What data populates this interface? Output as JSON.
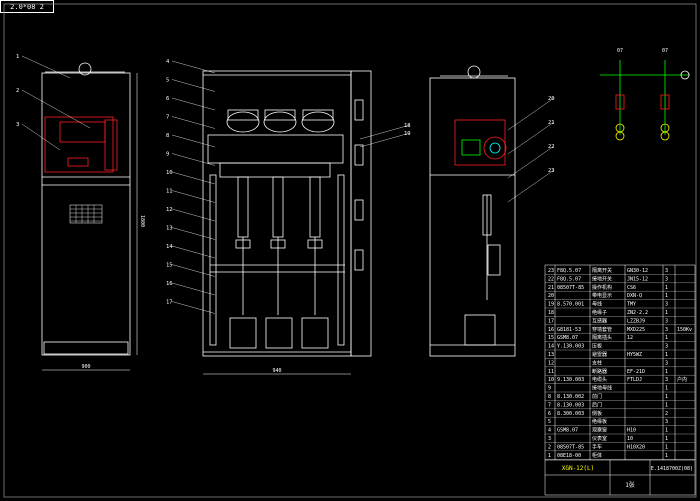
{
  "drawing": {
    "tag": "2.0*08 2",
    "title_block": {
      "name": "XGN-12(L)",
      "code": "E.1418700Z(08)",
      "sheet": "1张"
    }
  },
  "callouts_left": [
    "1",
    "2",
    "3"
  ],
  "callouts_front": [
    "4",
    "5",
    "6",
    "7",
    "8",
    "9",
    "10",
    "11",
    "12",
    "13",
    "14",
    "15",
    "16",
    "17",
    "18",
    "19"
  ],
  "callouts_side": [
    "20",
    "21",
    "22",
    "23"
  ],
  "dimensions": {
    "front_width": "940",
    "left_width": "900",
    "left_height": "1800"
  },
  "scheme_labels": [
    "07",
    "07"
  ],
  "bom": {
    "rows": [
      [
        "23",
        "F8Q.5.07",
        "隔离开关",
        "GN30-12",
        "3",
        ""
      ],
      [
        "22",
        "F8Q.5.07",
        "接地开关",
        "JN15-12",
        "3",
        ""
      ],
      [
        "21",
        "08507T-85",
        "操作机构",
        "CS6",
        "1",
        ""
      ],
      [
        "20",
        "",
        "带电显示",
        "DXN-Q",
        "1",
        ""
      ],
      [
        "19",
        "8.570.001",
        "母线",
        "TMY",
        "3",
        ""
      ],
      [
        "18",
        "",
        "绝缘子",
        "ZN2-2.2",
        "1",
        ""
      ],
      [
        "17",
        "",
        "互感器",
        "LZZBJ9",
        "3",
        ""
      ],
      [
        "16",
        "G8181-53",
        "穿墙套管",
        "MXD225",
        "3",
        "150Kv"
      ],
      [
        "15",
        "GSM8.07",
        "隔离插头",
        "12",
        "1",
        ""
      ],
      [
        "14",
        "Y.130.003",
        "压板",
        "",
        "3",
        ""
      ],
      [
        "13",
        "",
        "避雷器",
        "HY5WZ",
        "1",
        ""
      ],
      [
        "12",
        "",
        "支柱",
        "",
        "3",
        ""
      ],
      [
        "11",
        "",
        "断路器",
        "EF-21D",
        "1",
        ""
      ],
      [
        "10",
        "9.130.003",
        "电缆头",
        "FTLDJ",
        "3",
        "户内"
      ],
      [
        "9",
        "",
        "接地母线",
        "",
        "1",
        ""
      ],
      [
        "8",
        "8.130.002",
        "前门",
        "",
        "1",
        ""
      ],
      [
        "7",
        "8.130.003",
        "后门",
        "",
        "1",
        ""
      ],
      [
        "6",
        "8.300.003",
        "侧板",
        "",
        "2",
        ""
      ],
      [
        "5",
        "",
        "绝缘板",
        "",
        "3",
        ""
      ],
      [
        "4",
        "GSM8.07",
        "观察窗",
        "H10",
        "1",
        ""
      ],
      [
        "3",
        "",
        "仪表室",
        "10",
        "1",
        ""
      ],
      [
        "2",
        "08507T-85",
        "手车",
        "H10X20",
        "1",
        ""
      ],
      [
        "1",
        "08E18-00",
        "柜体",
        "",
        "1",
        ""
      ]
    ]
  },
  "colors": {
    "line": "#ffffff",
    "cyan": "#00ffff",
    "red": "#ff2020",
    "green": "#00ff00",
    "yellow": "#ffff00"
  },
  "icons": [
    "fuse-icon",
    "breaker-icon",
    "ct-icon"
  ]
}
